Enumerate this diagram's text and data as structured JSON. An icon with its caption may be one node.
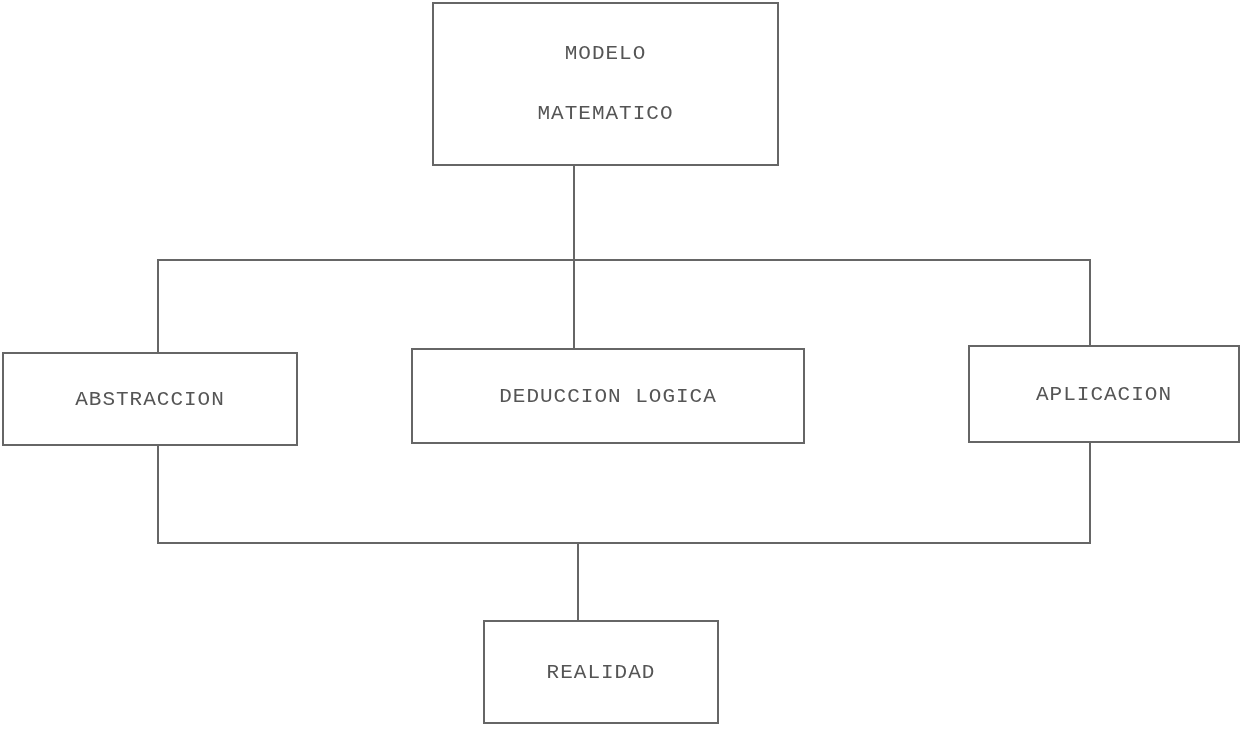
{
  "diagram": {
    "nodes": [
      {
        "text": [
          "MODELO MATEMATICO"
        ]
      },
      {
        "text": [
          "ABSTRACCION"
        ]
      },
      {
        "text": [
          "DEDUCCION LOGICA"
        ]
      },
      {
        "text": [
          "APLICACION"
        ]
      },
      {
        "text": [
          "REALIDAD"
        ]
      }
    ],
    "edges": [
      {
        "from": 0,
        "to": 1,
        "arrow": "none"
      },
      {
        "from": 0,
        "to": 2,
        "arrow": "none"
      },
      {
        "from": 0,
        "to": 3,
        "arrow": "none"
      },
      {
        "from": 1,
        "to": 4,
        "arrow": "none"
      },
      {
        "from": 3,
        "to": 4,
        "arrow": "none"
      }
    ]
  }
}
